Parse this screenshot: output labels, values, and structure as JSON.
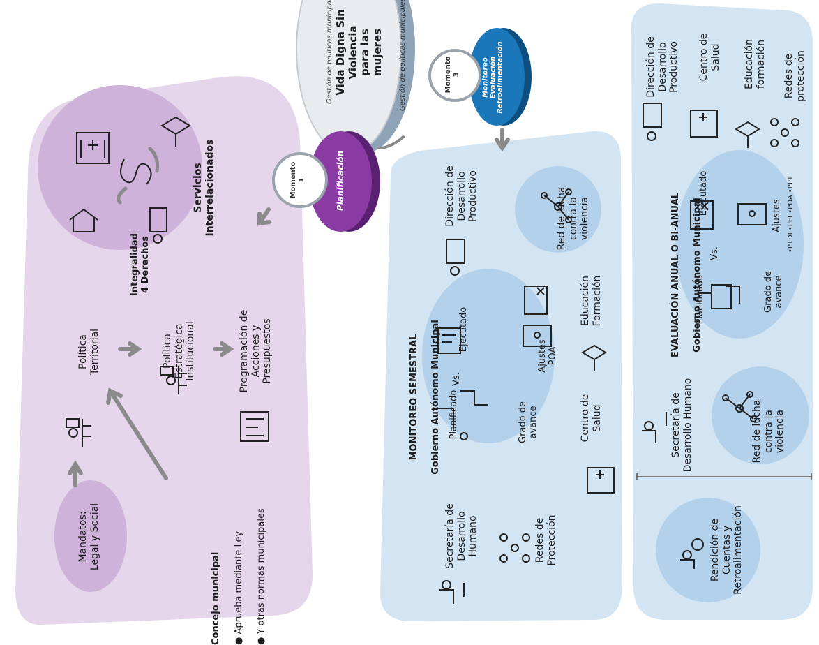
{
  "colors": {
    "purple_panel": "#e6d6ec",
    "purple_circle": "#cfb2da",
    "purple_dark": "#7b3b93",
    "blue_panel": "#d3e5f3",
    "blue_circle": "#b3d1ea",
    "blue_dark": "#1a77b9",
    "gray_arrow": "#8a8a8a",
    "icon_stroke": "#222222"
  },
  "center": {
    "title": "Vida Digna Sin Violencia\npara las mujeres",
    "arc_outer": "Gestión de políticas municipales",
    "arc_inner": "Gestión de políticas municipales",
    "momento1_label": "Momento\n1",
    "momento1_pill": "Planificación",
    "momento3_label": "Momento\n3",
    "momento3_pill": "Monitoreo\nEvaluación\nRetroalimentación"
  },
  "panel_planning": {
    "mandatos": "Mandatos:\nLegal y Social",
    "concejo_title": "Concejo municipal",
    "concejo_item1": "● Aprueba mediante Ley",
    "concejo_item2": "● Y otras normas municipales",
    "politica_territorial": "Política\nTerritorial",
    "politica_estrategica": "Política\nEstratégica\nInstitucional",
    "programacion": "Programación de\nAcciones y\nPresupuestos",
    "integralidad": "Integralidad\n4 Derechos",
    "servicios": "Servicios\nInterrelacionados",
    "icons": [
      "planning-person-icon",
      "org-chart-person-icon",
      "checklist-person-icon",
      "hospital-icon",
      "hand-house-icon",
      "graduation-cap-icon",
      "infinity-link-icon",
      "cycle-arrows-icon",
      "people-desk-icon"
    ]
  },
  "panel_semestral": {
    "title": "MONITOREO SEMESTRAL",
    "subtitle": "Gobierno Autónomo Municipal",
    "planificado": "Planificado",
    "vs": "Vs.",
    "ejecutado": "Ejecutado",
    "grado": "Grado de\navance",
    "ajustes": "Ajustes\nPOA",
    "direccion": "Dirección de\nDesarrollo\nProductivo",
    "red": "Red de lucha\ncontra la\nviolencia",
    "educacion": "Educación\nFormación",
    "centro": "Centro de\nSalud",
    "secretaria": "Secretaría de\nDesarrollo\nHumano",
    "redes": "Redes de\nProtección"
  },
  "panel_anual": {
    "title": "EVALUACIÓN ANUAL O BI-ANUAL",
    "subtitle": "Gobierno Autónomo Municipal",
    "planificado": "Planificado",
    "vs": "Vs.",
    "ejecutado": "Ejecutado",
    "grado": "Grado de\navance",
    "ajustes": "Ajustes",
    "ajustes_list": "•PTDI •PEI •POA •PPT",
    "direccion": "Dirección de\nDesarrollo\nProductivo",
    "centro": "Centro de\nSalud",
    "educacion": "Educación\nformación",
    "redes": "Redes de\nprotección",
    "secretaria": "Secretaría de\nDesarrollo Humano",
    "red": "Red de lucha\ncontra la\nviolencia",
    "rendicion": "Rendición de\nCuentas y\nRetroalimentación"
  }
}
